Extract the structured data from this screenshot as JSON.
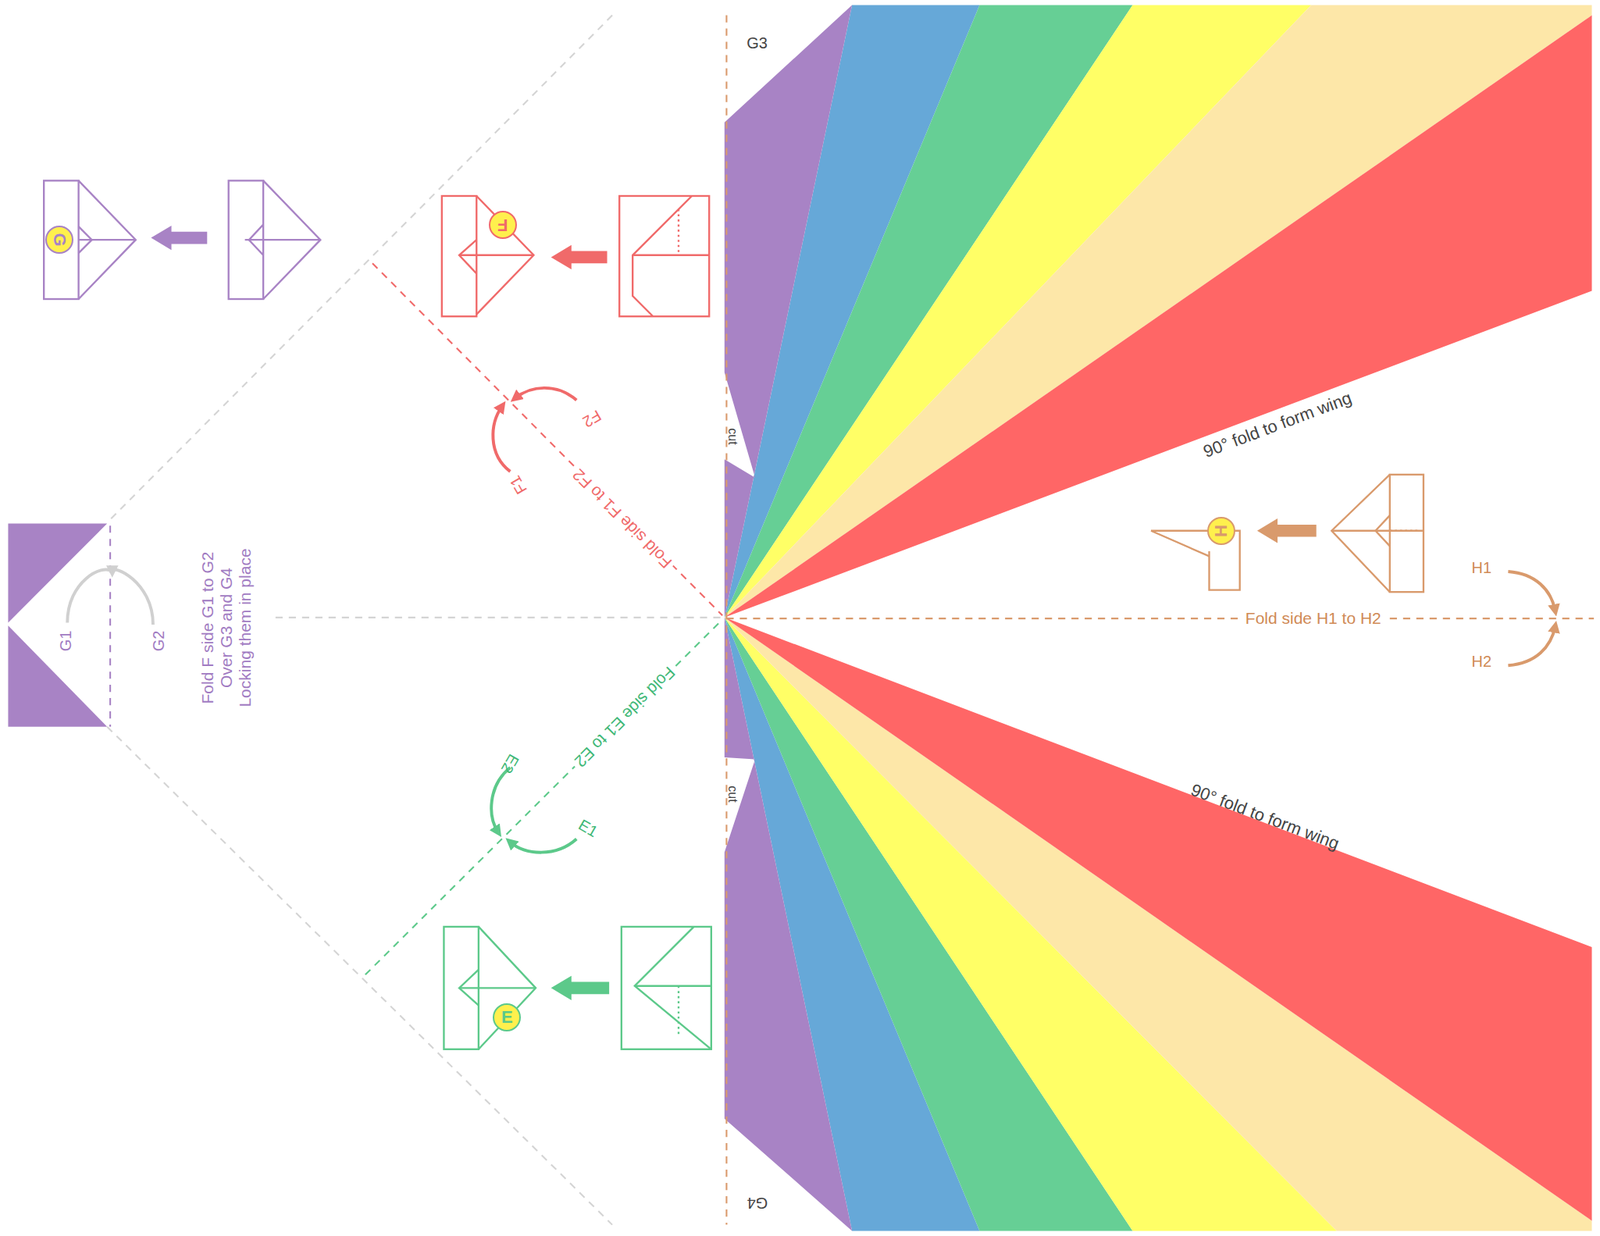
{
  "diagram": {
    "nodes": [
      {
        "text": [
          "G"
        ]
      },
      {
        "text": [
          "F"
        ]
      },
      {
        "text": [
          "E"
        ]
      },
      {
        "text": [
          "H"
        ]
      }
    ],
    "labels": [
      "G3",
      "G4",
      "cut",
      "cut",
      "F2",
      "F1",
      "Fold side F1 to F2",
      "Fold side E1 to E2",
      "E2",
      "E1",
      "G1",
      "G2",
      "Fold F side G1 to G2 Over G3 and G4 Locking them in place",
      "90° fold to form wing",
      "90° fold to form wing",
      "Fold side H1 to H2",
      "H1",
      "H2"
    ]
  }
}
